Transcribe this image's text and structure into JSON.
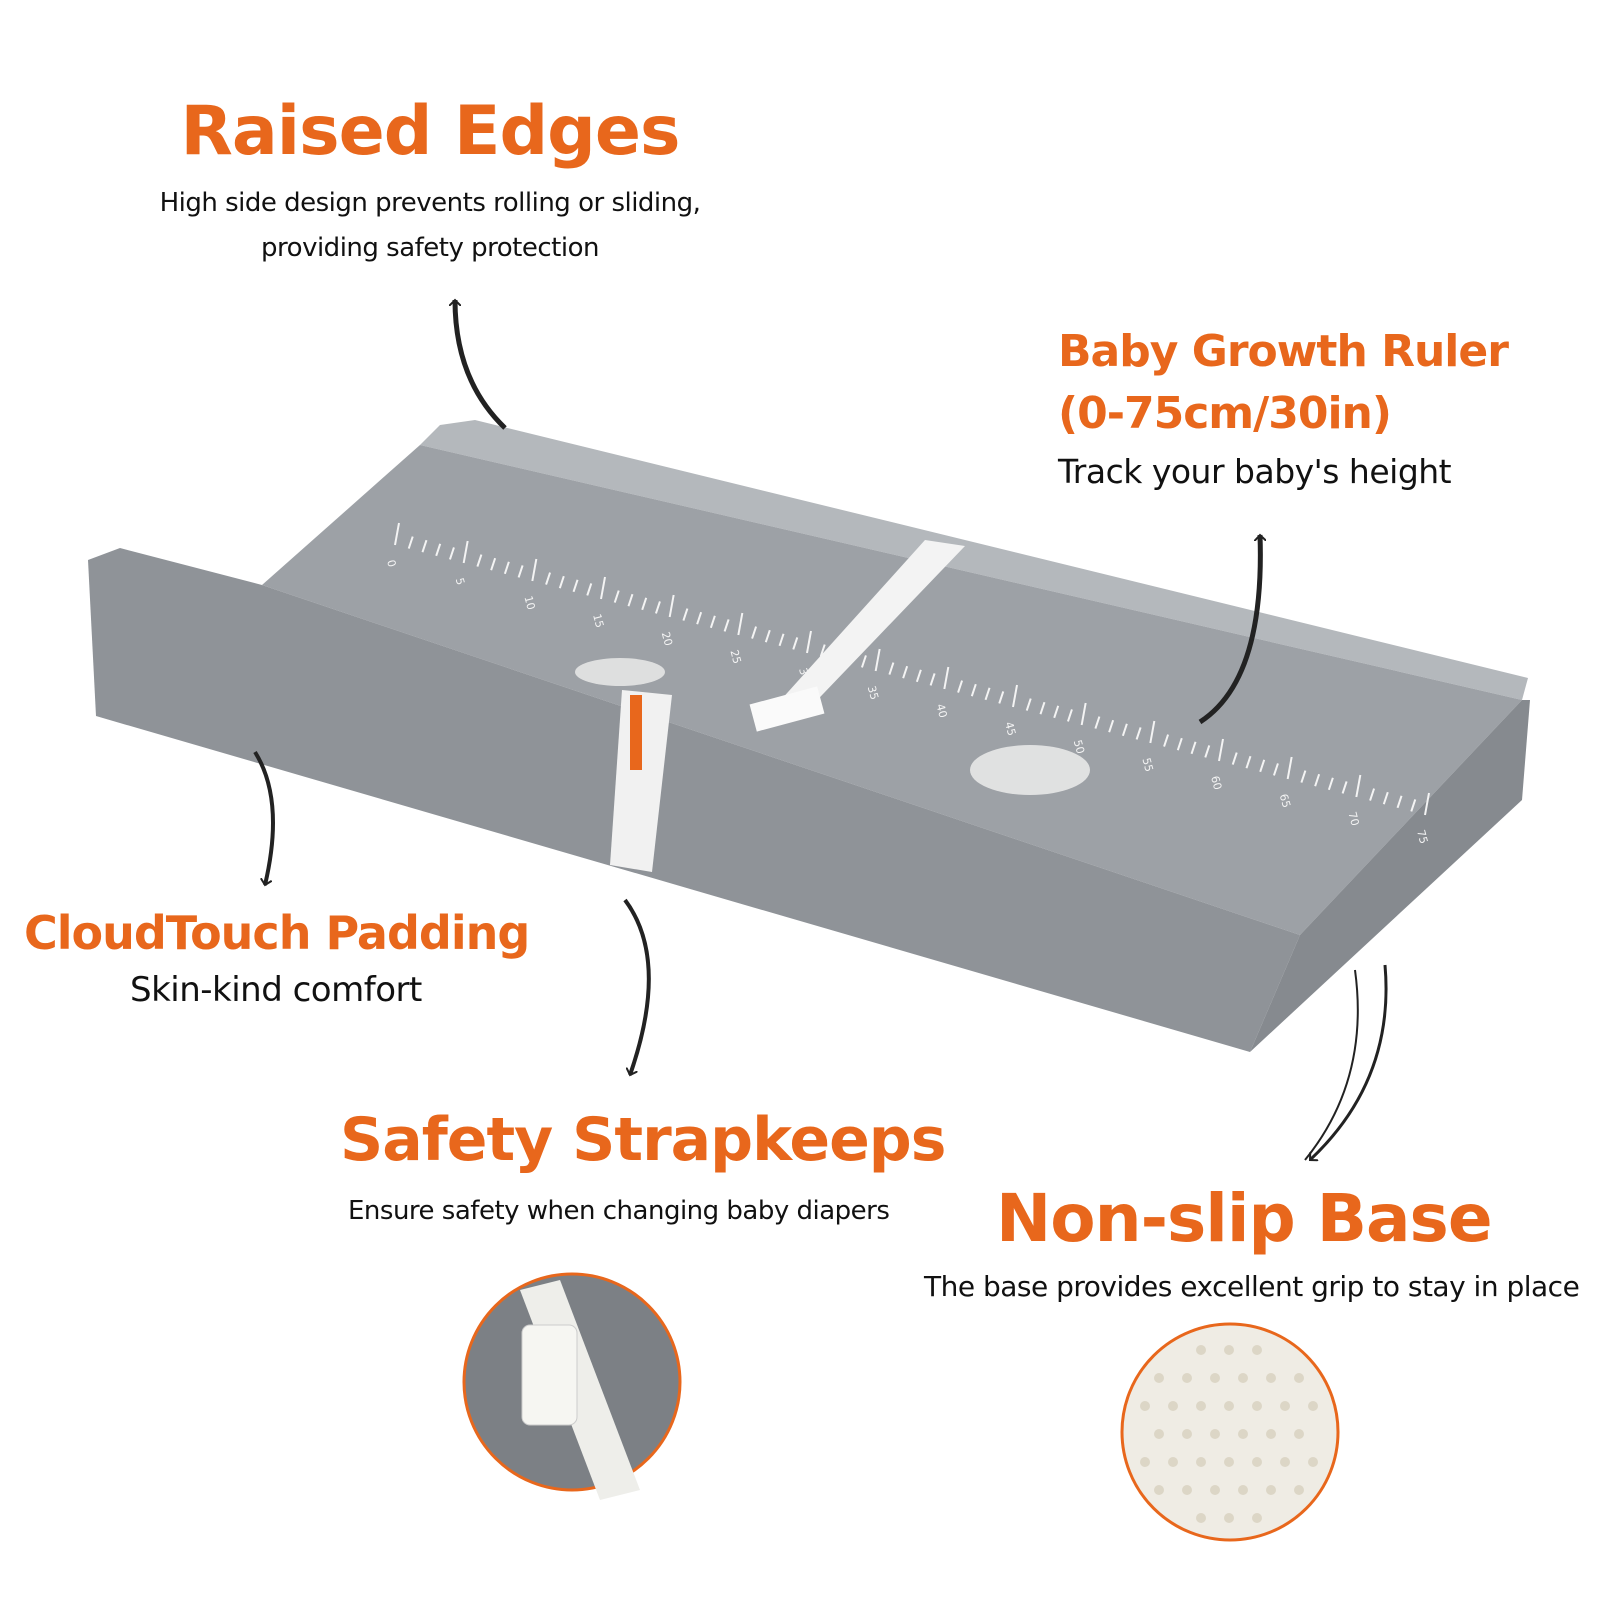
{
  "accent_color": "#E8671C",
  "features": {
    "raised_edges": {
      "title": "Raised Edges",
      "desc_line1": "High side design prevents rolling or sliding,",
      "desc_line2": "providing safety protection"
    },
    "growth_ruler": {
      "title_line1": "Baby Growth Ruler",
      "title_line2": "(0-75cm/30in)",
      "desc": "Track your baby's height"
    },
    "padding": {
      "title": "CloudTouch Padding",
      "desc": "Skin-kind comfort"
    },
    "strapkeeps": {
      "title": "Safety Strapkeeps",
      "desc": "Ensure safety when changing baby diapers"
    },
    "base": {
      "title": "Non-slip Base",
      "desc": "The base provides excellent grip to stay in place"
    }
  },
  "ruler_labels": [
    "0",
    "5",
    "10",
    "15",
    "20",
    "25",
    "30",
    "35",
    "40",
    "45",
    "50",
    "55",
    "60",
    "65",
    "70",
    "75"
  ],
  "icons": [
    "arrow-up-icon",
    "arrow-down-icon",
    "buckle-detail-image",
    "non-slip-texture-image"
  ]
}
